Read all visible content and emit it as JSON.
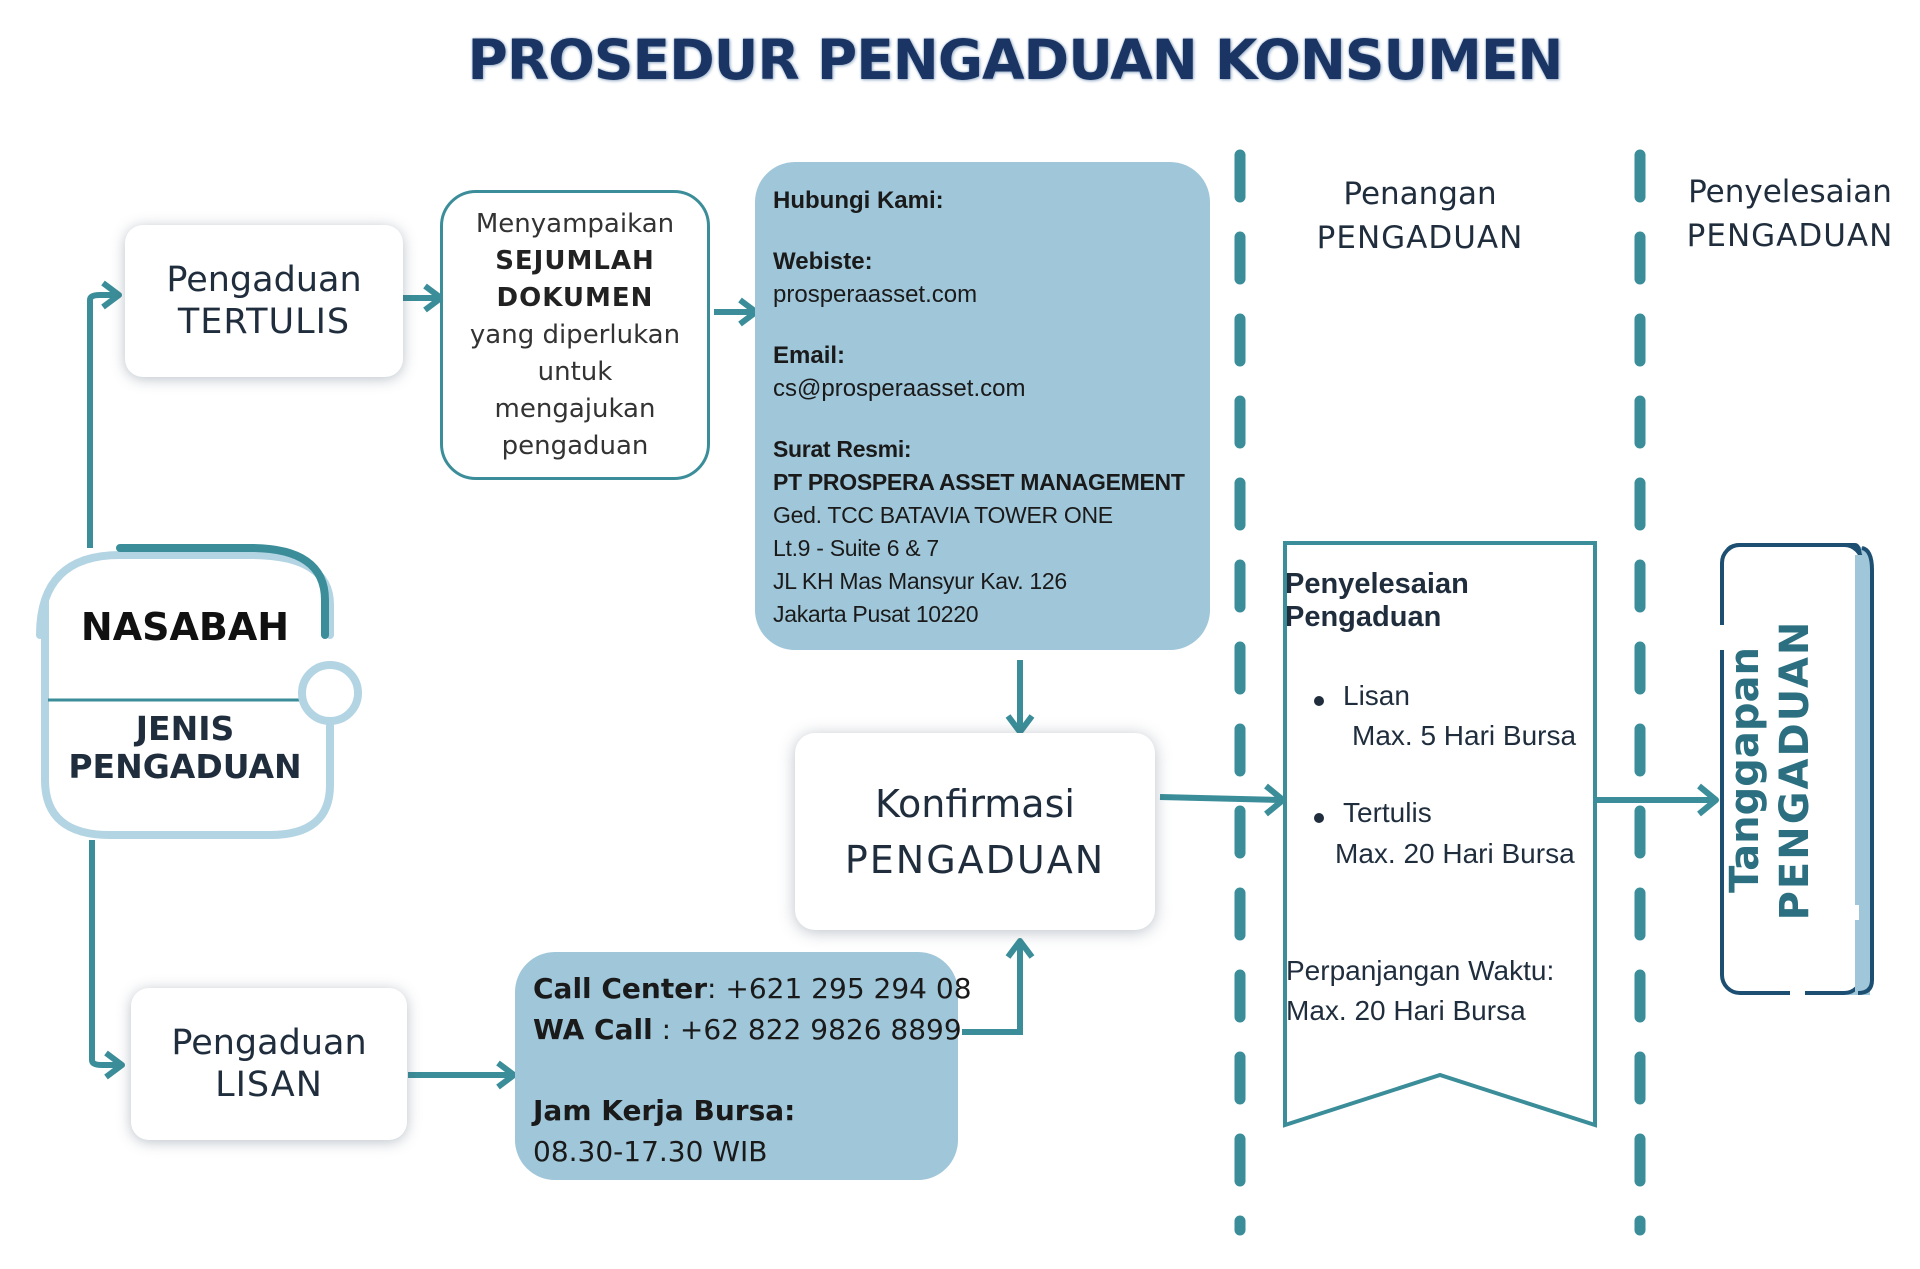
{
  "title": "PROSEDUR PENGADUAN KONSUMEN",
  "nasabah": {
    "label": "NASABAH",
    "jenis_line1": "JENIS",
    "jenis_line2": "PENGADUAN"
  },
  "tertulis": {
    "line1": "Pengaduan",
    "line2": "TERTULIS"
  },
  "lisan": {
    "line1": "Pengaduan",
    "line2": "LISAN"
  },
  "dokumen": {
    "lines": [
      "Menyampaikan",
      "SEJUMLAH",
      "DOKUMEN",
      "yang diperlukan",
      "untuk",
      "mengajukan",
      "pengaduan"
    ]
  },
  "contact": {
    "heading": "Hubungi Kami:",
    "website_label": "Webiste:",
    "website": "prosperaasset.com",
    "email_label": "Email:",
    "email": "cs@prosperaasset.com",
    "surat_label": "Surat Resmi:",
    "company": "PT PROSPERA ASSET MANAGEMENT",
    "address1": "Ged. TCC BATAVIA TOWER ONE",
    "address2": "Lt.9 - Suite 6 & 7",
    "address3": "JL KH Mas Mansyur Kav. 126",
    "address4": "Jakarta Pusat 10220"
  },
  "call": {
    "cc_label": "Call Center",
    "cc_value": ": +621 295 294 08",
    "wa_label": "WA Call",
    "wa_value": " : +62 822 9826 8899",
    "jam_label": "Jam Kerja Bursa:",
    "jam_value": "08.30-17.30 WIB"
  },
  "konfirmasi": {
    "line1": "Konfirmasi",
    "line2": "PENGADUAN"
  },
  "columns": {
    "penanganan": {
      "line1": "Penangan",
      "line2": "PENGADUAN"
    },
    "penyelesaian": {
      "line1": "Penyelesaian",
      "line2": "PENGADUAN"
    }
  },
  "penyelesaian_box": {
    "title1": "Penyelesaian",
    "title2": "Pengaduan",
    "item1_name": "Lisan",
    "item1_detail": "Max. 5 Hari Bursa",
    "item2_name": "Tertulis",
    "item2_detail": "Max. 20 Hari Bursa",
    "ext_label": "Perpanjangan Waktu:",
    "ext_detail": "Max. 20 Hari Bursa"
  },
  "tanggapan": {
    "line1": "Tanggapan",
    "line2": "PENGADUAN"
  },
  "colors": {
    "teal": "#3b8e99",
    "light_blue": "#9fc6d9",
    "navy": "#1a3563",
    "dark_teal": "#2b6f80"
  }
}
